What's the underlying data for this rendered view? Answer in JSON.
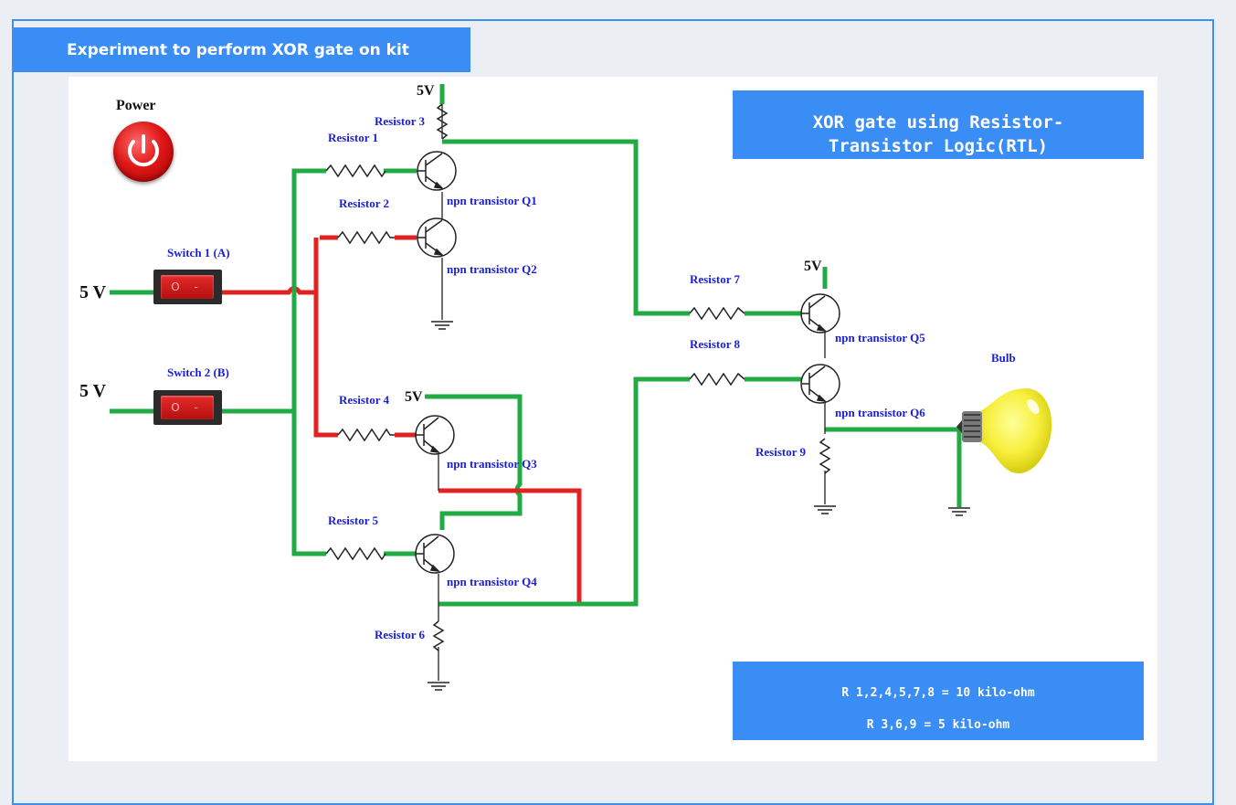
{
  "header": {
    "title": "Experiment to perform XOR gate on kit"
  },
  "info": {
    "title_line1": "XOR gate using Resistor-",
    "title_line2": "Transistor Logic(RTL)",
    "res_line1": "R 1,2,4,5,7,8 = 10 kilo-ohm",
    "res_line2": "R 3,6,9 = 5 kilo-ohm"
  },
  "controls": {
    "power_label": "Power",
    "switch1_label": "Switch 1 (A)",
    "switch2_label": "Switch 2 (B)",
    "switch1_glyph": "O -",
    "switch2_glyph": "O -",
    "input1_voltage": "5 V",
    "input2_voltage": "5 V",
    "bulb_label": "Bulb"
  },
  "labels": {
    "v_q1": "5V",
    "v_q3": "5V",
    "v_q5": "5V",
    "r1": "Resistor 1",
    "r2": "Resistor 2",
    "r3": "Resistor 3",
    "r4": "Resistor 4",
    "r5": "Resistor 5",
    "r6": "Resistor 6",
    "r7": "Resistor 7",
    "r8": "Resistor 8",
    "r9": "Resistor 9",
    "q1": "npn transistor Q1",
    "q2": "npn transistor Q2",
    "q3": "npn transistor Q3",
    "q4": "npn transistor Q4",
    "q5": "npn transistor Q5",
    "q6": "npn transistor Q6"
  },
  "colors": {
    "wire_on": "#22aa44",
    "wire_off": "#e02222",
    "panel_blue": "#3a8df4"
  },
  "state": {
    "switch1": "off",
    "switch2": "off",
    "power": "off",
    "bulb": "on"
  }
}
